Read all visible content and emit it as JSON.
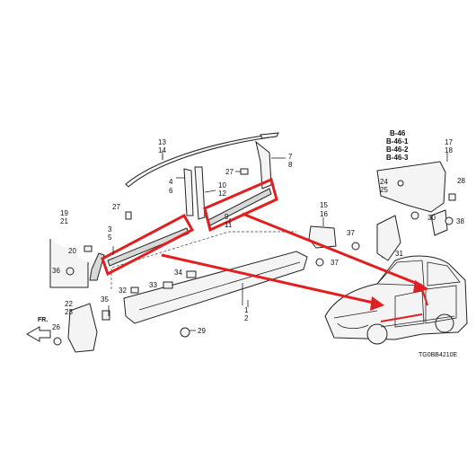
{
  "callouts": {
    "c13": "13",
    "c14": "14",
    "c7": "7",
    "c8": "8",
    "c4": "4",
    "c6": "6",
    "c10": "10",
    "c12": "12",
    "c27a": "27",
    "c27b": "27",
    "c3": "3",
    "c5": "5",
    "c9": "9",
    "c11": "11",
    "c15": "15",
    "c16": "16",
    "c37a": "37",
    "c37b": "37",
    "c31": "31",
    "c19": "19",
    "c21": "21",
    "c20": "20",
    "c36": "36",
    "c32": "32",
    "c33": "33",
    "c34": "34",
    "c1": "1",
    "c2": "2",
    "c35": "35",
    "c22": "22",
    "c23": "23",
    "c26": "26",
    "c29": "29",
    "c24": "24",
    "c25": "25",
    "c28": "28",
    "c30": "30",
    "c38": "38",
    "c17": "17",
    "c18": "18"
  },
  "ref_codes": [
    "B-46",
    "B-46-1",
    "B-46-2",
    "B-46-3"
  ],
  "fr_label": "FR.",
  "diagram_code": "TG0BB4210E",
  "colors": {
    "highlight": "#e02020",
    "line": "#222222",
    "fill": "#f4f4f4"
  }
}
